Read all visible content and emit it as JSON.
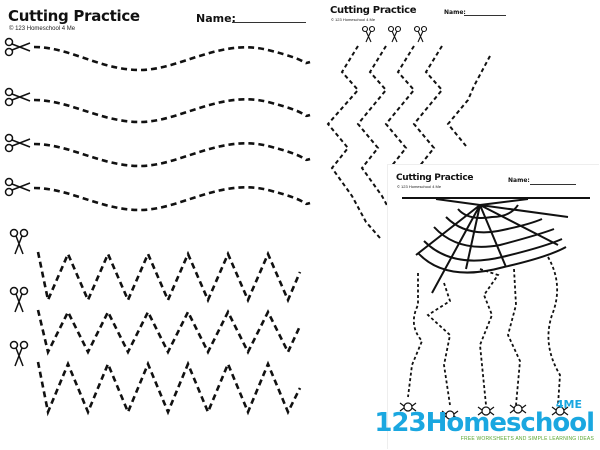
{
  "sheets": [
    {
      "title": "Cutting Practice",
      "credit": "© 123 Homeschool 4 Me",
      "name_label": "Name:"
    },
    {
      "title": "Cutting Practice",
      "credit": "© 123 Homeschool 4 Me",
      "name_label": "Name:"
    },
    {
      "title": "Cutting Practice",
      "credit": "© 123 Homeschool 4 Me",
      "name_label": "Name:"
    }
  ],
  "logo": {
    "number": "123",
    "word": "Homeschool",
    "superscript": "4ME",
    "tagline": "FREE WORKSHEETS AND SIMPLE LEARNING IDEAS"
  },
  "icons": [
    "scissors-icon",
    "spider-icon",
    "spider-web-icon"
  ],
  "colors": {
    "ink": "#111111",
    "logo_blue": "#1aa7e0",
    "logo_green": "#5aa52e"
  }
}
